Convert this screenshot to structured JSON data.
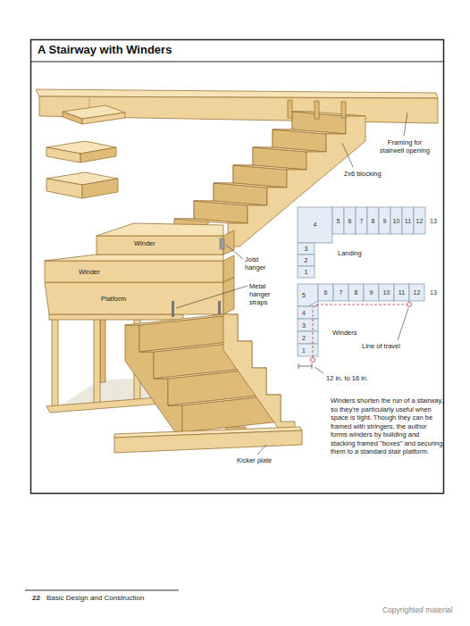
{
  "diagram": {
    "title": "A Stairway with Winders",
    "caption": "Winders shorten the run of a stairway, so they're particularly useful when space is tight. Though they can be framed with stringers, the author forms winders by building and stacking framed \"boxes\" and securing them to a standard stair platform.",
    "labels": [
      "Framing for stairwell opening",
      "2x6 blocking",
      "Winder",
      "Winder",
      "Platform",
      "Joist hanger",
      "Metal hanger straps",
      "Kicker plate",
      "4",
      "5",
      "6",
      "7",
      "8",
      "9",
      "10",
      "11",
      "12",
      "13",
      "3",
      "2",
      "1",
      "Landing",
      "5",
      "6",
      "7",
      "8",
      "9",
      "10",
      "11",
      "12",
      "13",
      "4",
      "3",
      "2",
      "1",
      "Winders",
      "Line of travel",
      "12 in. to 16 in.",
      "22",
      "Basic Design and Construction",
      "Copyrighted material"
    ]
  }
}
